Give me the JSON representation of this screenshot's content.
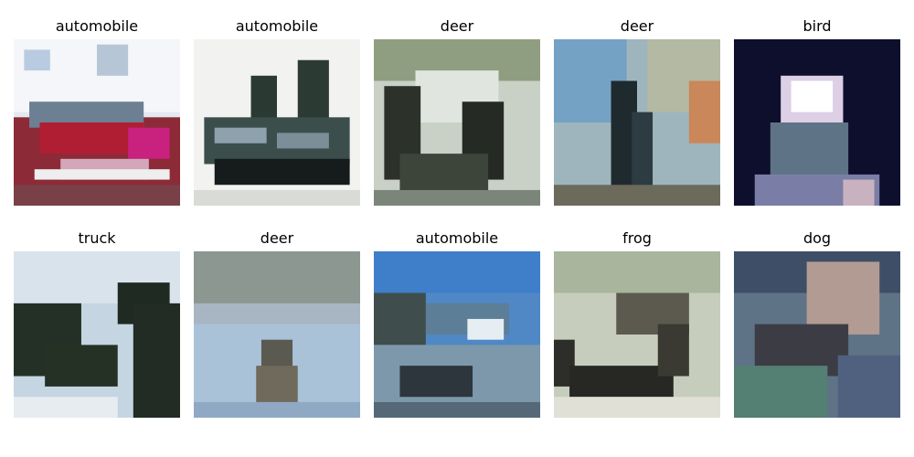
{
  "grid": {
    "items": [
      {
        "label": "automobile"
      },
      {
        "label": "automobile"
      },
      {
        "label": "deer"
      },
      {
        "label": "deer"
      },
      {
        "label": "bird"
      },
      {
        "label": "truck"
      },
      {
        "label": "deer"
      },
      {
        "label": "automobile"
      },
      {
        "label": "frog"
      },
      {
        "label": "dog"
      }
    ]
  }
}
